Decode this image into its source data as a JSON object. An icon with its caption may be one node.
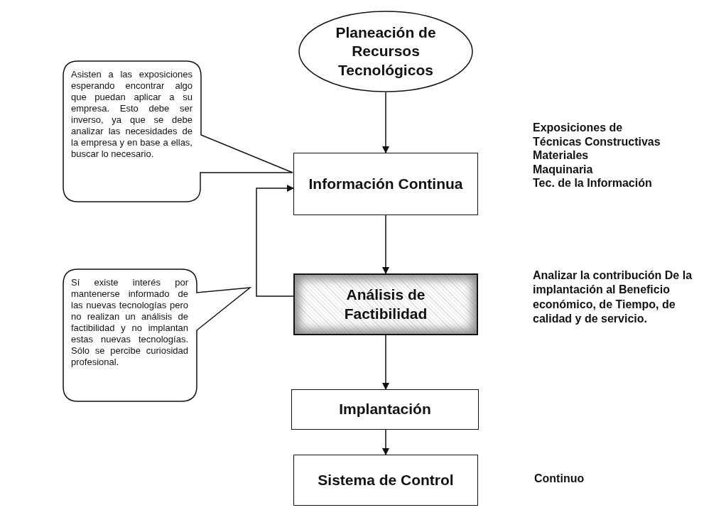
{
  "diagram": {
    "nodes": [
      {
        "text": [
          "Planeación de Recursos Tecnológicos"
        ]
      },
      {
        "text": [
          "Información Continua"
        ],
        "beside": [
          "Exposiciones de",
          "Técnicas Constructivas",
          "Materiales",
          "Maquinaria",
          "Tec. de la Información"
        ]
      },
      {
        "text": [
          "Análisis de Factibilidad"
        ]
      },
      {
        "text": [
          "Implantación"
        ]
      },
      {
        "text": [
          "Sistema de Control"
        ]
      },
      {
        "text": [
          "Asisten a las exposiciones esperando encontrar algo que puedan aplicar a su empresa. Esto debe ser inverso, ya que se debe analizar las necesidades de la empresa y en base a ellas, buscar lo necesario."
        ]
      },
      {
        "text": [
          "Sí existe interés por mantenerse informado de las nuevas tecnologías pero no realizan un análisis de factibilidad y no implantan estas nuevas tecnologías. Sólo se percibe curiosidad profesional."
        ]
      }
    ],
    "edges": [
      {
        "from": 0,
        "to": 1,
        "arrow": "to"
      },
      {
        "from": 1,
        "to": 2,
        "arrow": "to"
      },
      {
        "from": 2,
        "to": 3,
        "arrow": "to"
      },
      {
        "from": 3,
        "to": 4,
        "arrow": "to"
      },
      {
        "from": 2,
        "to": 1,
        "arrow": "to"
      }
    ],
    "labels": [
      "Analizar la contribución De la implantación al Beneficio económico, de Tiempo, de calidad y de servicio.",
      "Continuo"
    ]
  }
}
